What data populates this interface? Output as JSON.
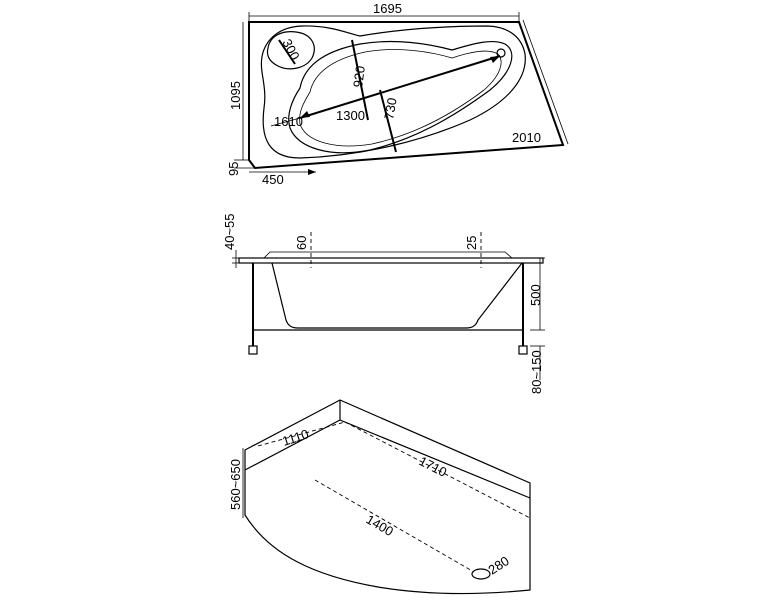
{
  "top_view": {
    "width_label": "1695",
    "height_label": "1095",
    "diagonal_label": "2010",
    "headrest_label": "300",
    "inner_length_label": "1300",
    "outer_length_label": "1610",
    "inner_width_label": "920",
    "inner_depth_label": "730",
    "rim_label": "95",
    "offset_label": "450"
  },
  "side_view": {
    "rim_thickness_label": "40~55",
    "left_rim_label": "60",
    "right_rim_label": "25",
    "height_label": "500",
    "legs_label": "80~150"
  },
  "iso_view": {
    "short_side_label": "1110",
    "long_side_label": "1710",
    "height_label": "560~650",
    "front_label": "1400",
    "drain_label": "280"
  }
}
